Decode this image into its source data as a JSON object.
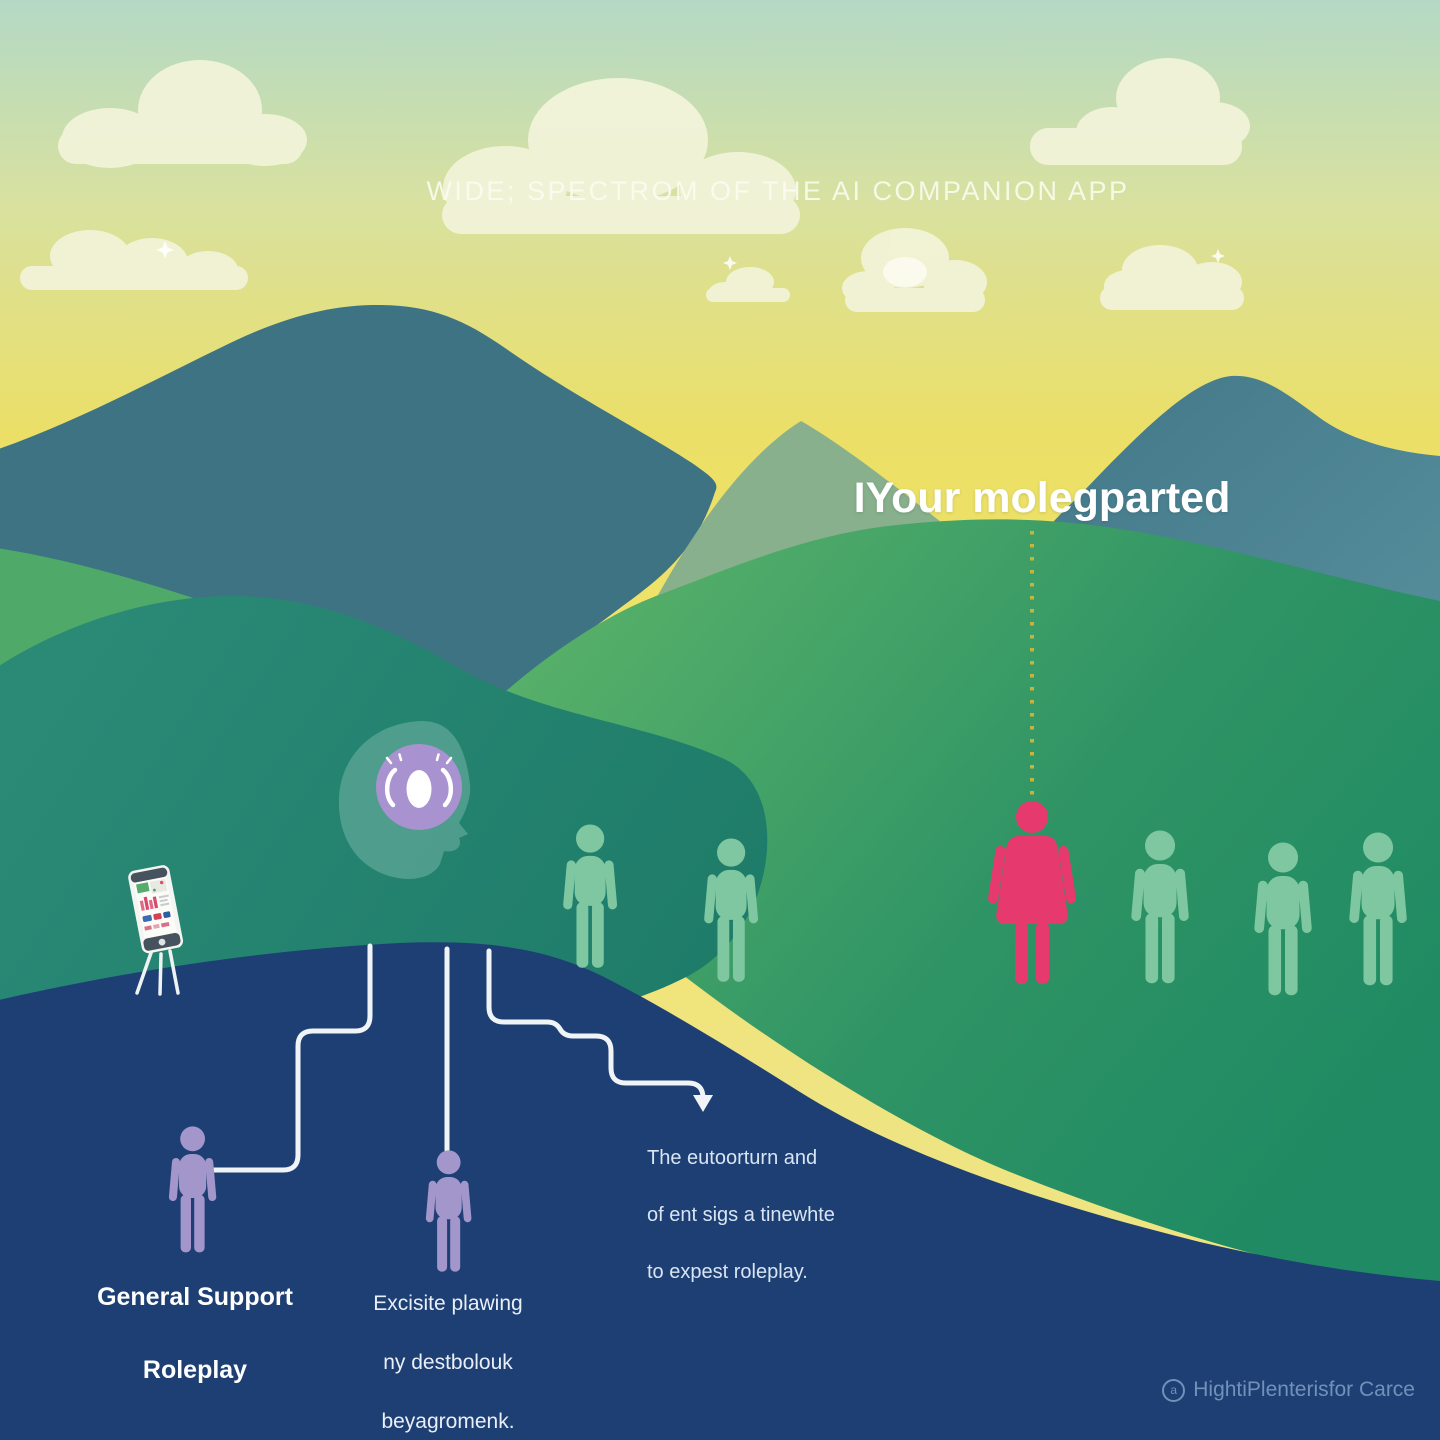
{
  "illustration": {
    "title": "WIDE; SPECTROM OF THE AI COMPANION APP",
    "hill_label": "IYour molegparted",
    "callout": {
      "lines": [
        "The eutoorturn and",
        "of ent sigs a tinewhte",
        "to expest roleplay."
      ]
    },
    "figure_labels": {
      "general_support": [
        "General Support",
        "Roleplay"
      ],
      "excisite": [
        "Excisite plawing",
        "ny destbolouk",
        "beyagromenk."
      ]
    },
    "credit": {
      "symbol": "a",
      "text": "HightiPlenterisfor Carce"
    },
    "palette": {
      "sky_top": "#b3d9c5",
      "sky_yellow": "#efe268",
      "cloud": "#f3f4da",
      "mountain_left": "#3e7383",
      "mountain_right": "#477e8d",
      "ridge_haze": "#7dab91",
      "hill_green_left": "#4fa968",
      "hill_green_right_light": "#58b169",
      "hill_green_right_dark": "#1f8a63",
      "hill_teal_dome": "#227f6c",
      "foreground_navy": "#1e3f74",
      "figure_green": "#7fc7a1",
      "figure_pink": "#e63a6f",
      "figure_purple": "#a296cb",
      "brain_circle_purple": "#a892cf",
      "dotted_line_yellow": "#c8b33c",
      "connector_white": "#f0f4f7"
    }
  }
}
